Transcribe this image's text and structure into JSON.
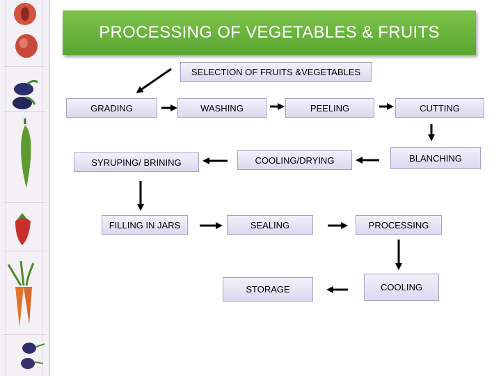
{
  "title": "PROCESSING OF VEGETABLES & FRUITS",
  "steps": {
    "selection": "SELECTION OF FRUITS &VEGETABLES",
    "grading": "GRADING",
    "washing": "WASHING",
    "peeling": "PEELING",
    "cutting": "CUTTING",
    "blanching": "BLANCHING",
    "cooling_drying": "COOLING/DRYING",
    "syruping_brining": "SYRUPING/ BRINING",
    "filling_in_jars": "FILLING IN JARS",
    "sealing": "SEALING",
    "processing": "PROCESSING",
    "cooling": "COOLING",
    "storage": "STORAGE"
  },
  "sidebar_icons": [
    "peach-icon",
    "plum-icon",
    "blueberry-icon",
    "okra-icon",
    "strawberry-icon",
    "carrot-icon",
    "radish-icon"
  ],
  "colors": {
    "title_banner": "#6db43e",
    "box_fill": "#e8e4f5",
    "box_border": "#a7a0c8",
    "arrow": "#000000"
  }
}
